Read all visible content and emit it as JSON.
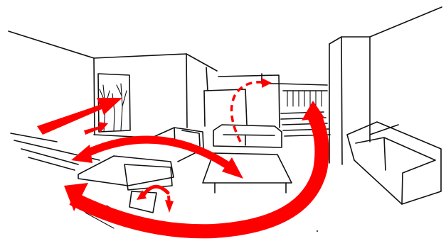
{
  "colors": {
    "background": "#ffffff",
    "ink": "#111111",
    "flow_arrow": "#ff0000"
  },
  "elements": {
    "walls": "line-drawing",
    "window": "window-with-trees",
    "sofa_left_back": "sofa",
    "sofa_center": "sofa",
    "sofa_right": "sofa",
    "coffee_table": "table",
    "low_bench": "bench",
    "stairs": "stairs",
    "upper_platform": "mezzanine"
  },
  "arrows": [
    {
      "name": "window-light-arrow",
      "style": "solid"
    },
    {
      "name": "window-light-arrow-small",
      "style": "solid"
    },
    {
      "name": "seating-circulation-arrow",
      "style": "double-headed"
    },
    {
      "name": "bench-step-arrow",
      "style": "double-headed"
    },
    {
      "name": "sofa-to-upper-dashed-arrow",
      "style": "dashed"
    },
    {
      "name": "main-circulation-arrow",
      "style": "double-headed"
    }
  ]
}
